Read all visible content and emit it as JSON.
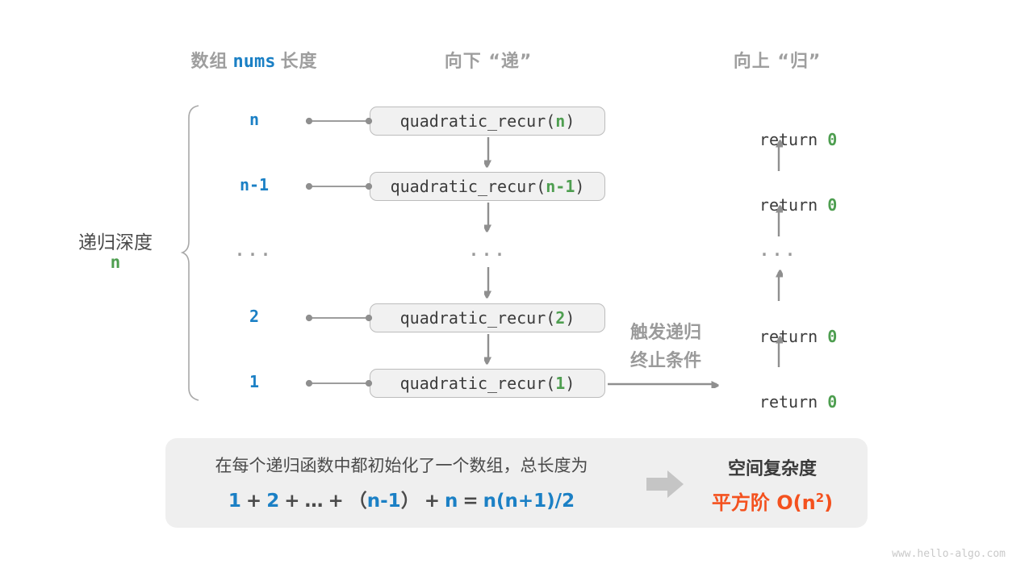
{
  "headers": {
    "array_prefix": "数组",
    "array_code": "nums",
    "array_suffix": "长度",
    "down": "向下 “递”",
    "up": "向上 “归”"
  },
  "brace_label": {
    "line1": "递归深度",
    "line2": "n"
  },
  "rows": [
    {
      "depth": "n",
      "call_prefix": "quadratic_recur(",
      "arg": "n",
      "call_suffix": ")",
      "ret_prefix": "return ",
      "ret_value": "0"
    },
    {
      "depth": "n-1",
      "call_prefix": "quadratic_recur(",
      "arg": "n-1",
      "call_suffix": ")",
      "ret_prefix": "return ",
      "ret_value": "0"
    },
    {
      "ellipsis": "..."
    },
    {
      "depth": "2",
      "call_prefix": "quadratic_recur(",
      "arg": "2",
      "call_suffix": ")",
      "ret_prefix": "return ",
      "ret_value": "0"
    },
    {
      "depth": "1",
      "call_prefix": "quadratic_recur(",
      "arg": "1",
      "call_suffix": ")",
      "ret_prefix": "return ",
      "ret_value": "0"
    }
  ],
  "trigger_note": {
    "line1": "触发递归",
    "line2": "终止条件"
  },
  "summary_panel": {
    "line1": "在每个递归函数中都初始化了一个数组，总长度为",
    "formula": [
      "1",
      "+",
      "2",
      "+",
      "…",
      "+",
      "（",
      "n-1",
      "）",
      "+",
      "n",
      "=",
      "n(n+1)/2"
    ],
    "result_title": "空间复杂度",
    "result_prefix": "平方阶 O(n",
    "result_sup": "2",
    "result_suffix": ")"
  },
  "watermark": "www.hello-algo.com",
  "colors": {
    "blue": "#1b80c5",
    "green": "#4e9e50",
    "orange": "#f4511e",
    "gray_label": "#9e9e9e",
    "dark_code": "#3c3c3c",
    "arrow": "#8f8f8f",
    "box_fill": "#f1f1f1",
    "box_border": "#bcbcbc",
    "panel_fill": "#efefef",
    "block_arrow": "#c5c5c5"
  }
}
